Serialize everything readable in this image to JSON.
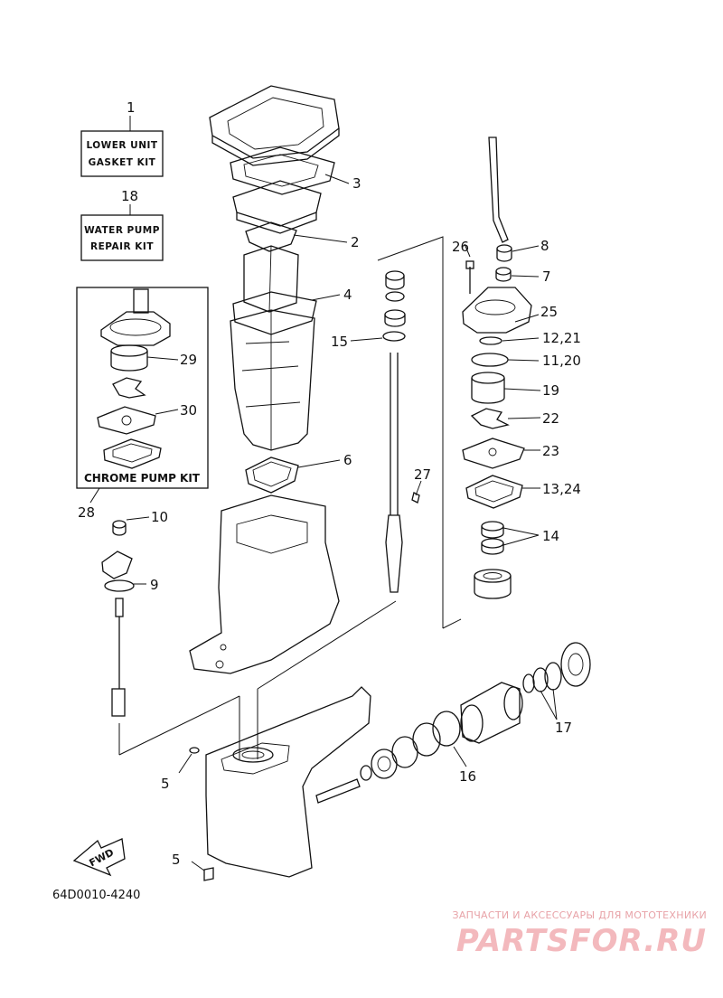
{
  "diagram": {
    "kits": {
      "lower_unit_gasket_kit": {
        "number": "1",
        "line1": "LOWER UNIT",
        "line2": "GASKET KIT"
      },
      "water_pump_repair_kit": {
        "number": "18",
        "line1": "WATER PUMP",
        "line2": "REPAIR KIT"
      },
      "chrome_pump_kit": {
        "number": "28",
        "label": "CHROME PUMP KIT"
      }
    },
    "callouts": {
      "c2": "2",
      "c3": "3",
      "c4": "4",
      "c5a": "5",
      "c5b": "5",
      "c6": "6",
      "c7": "7",
      "c8": "8",
      "c9": "9",
      "c10": "10",
      "c11_20": "11,20",
      "c12_21": "12,21",
      "c13_24": "13,24",
      "c14": "14",
      "c15": "15",
      "c16": "16",
      "c17": "17",
      "c19": "19",
      "c22": "22",
      "c23": "23",
      "c25": "25",
      "c26": "26",
      "c27": "27",
      "c29": "29",
      "c30": "30"
    },
    "direction_arrow": "FWD",
    "drawing_code": "64D0010-4240"
  },
  "watermark": {
    "tagline": "ЗАПЧАСТИ И АКСЕССУАРЫ ДЛЯ МОТОТЕХНИКИ",
    "brand": "PARTSFOR.RU"
  }
}
